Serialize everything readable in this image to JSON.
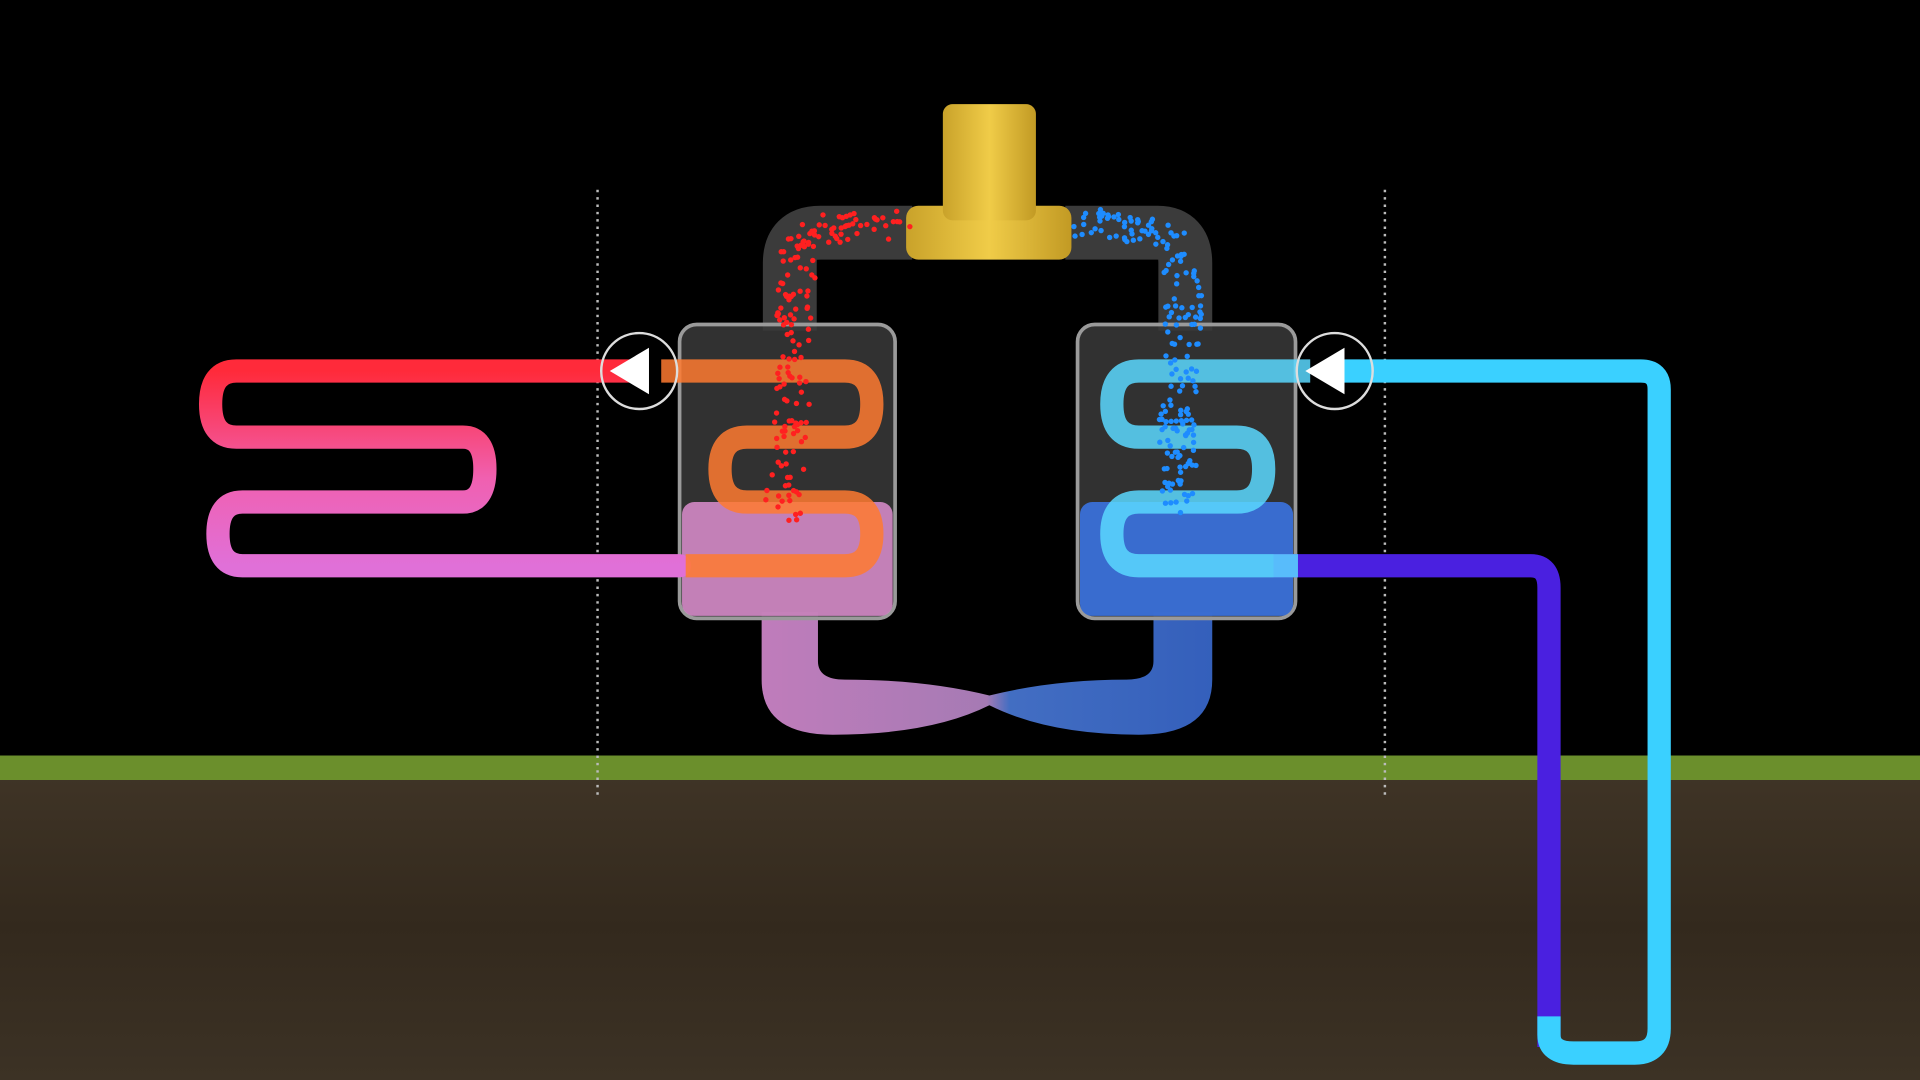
{
  "diagram": {
    "subject": "heat-pump-cycle",
    "colors": {
      "sky": "#000000",
      "grass": "#6b8f2c",
      "soil": "#3b3022",
      "compressor": "#e2bd3a",
      "hot_loop_start": "#ff2a3a",
      "hot_loop_end": "#c060ff",
      "condenser_coil": "#ff7a30",
      "condenser_liquid": "#d98cc8",
      "cold_loop": "#3ad0ff",
      "cold_return": "#4a20e0",
      "evaporator_liquid": "#3a78e0",
      "hot_particles": "#ff2020",
      "cold_particles": "#1e8cff",
      "pipe_glass": "#5a5a5a"
    },
    "icons": [
      "flow-arrow-left",
      "flow-arrow-left"
    ]
  }
}
